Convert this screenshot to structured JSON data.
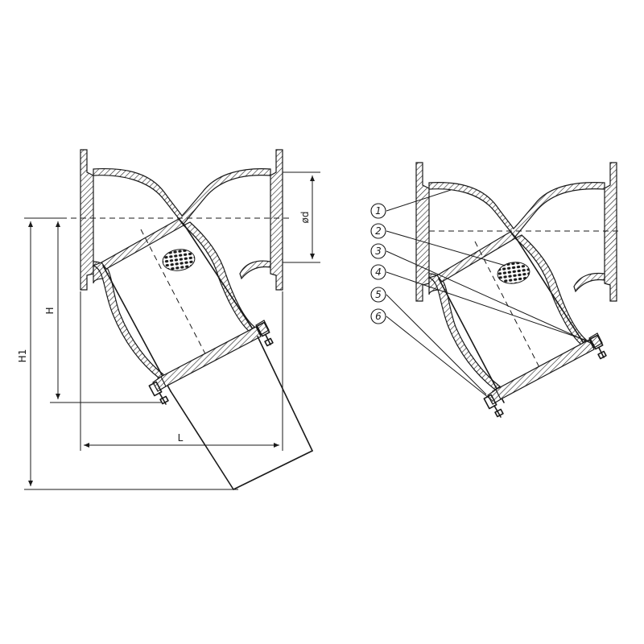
{
  "dimensions": {
    "length_label": "L",
    "height_label": "H",
    "total_height_label": "H1",
    "bore_label": "ød"
  },
  "callouts": [
    "1",
    "2",
    "3",
    "4",
    "5",
    "6"
  ]
}
